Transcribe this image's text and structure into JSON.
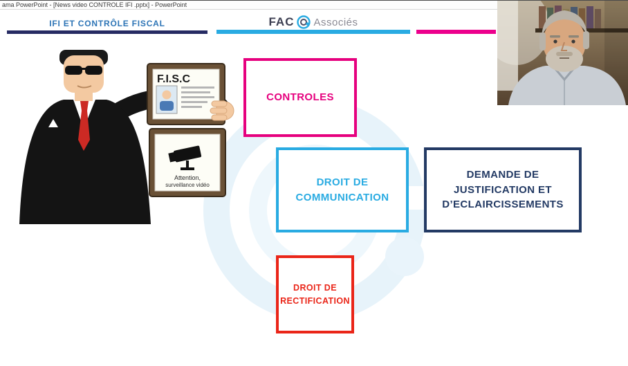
{
  "window": {
    "title": "ama PowerPoint - [News video CONTROLE IFI .pptx] - PowerPoint"
  },
  "slide": {
    "header": {
      "title": "IFI ET CONTRÔLE FISCAL",
      "underline_color": "#262B63",
      "bar_cyan_color": "#29ABE2",
      "bar_pink_color": "#EC008C",
      "title_color": "#2E75B6"
    },
    "logo": {
      "text_fac": "FAC",
      "text_associes": "Associés",
      "ring_color": "#29ABE2"
    },
    "badge": {
      "title": "F.I.S.C",
      "caption_line1": "Attention,",
      "caption_line2": "surveillance vidéo"
    },
    "boxes": [
      {
        "label": "CONTROLES",
        "color": "#E6007E"
      },
      {
        "label": "DROIT DE COMMUNICATION",
        "color": "#29ABE2"
      },
      {
        "label": "DEMANDE DE JUSTIFICATION ET D’ECLAIRCISSEMENTS",
        "color": "#233A64"
      },
      {
        "label": "DROIT DE RECTIFICATION",
        "color": "#EA2518"
      }
    ]
  }
}
